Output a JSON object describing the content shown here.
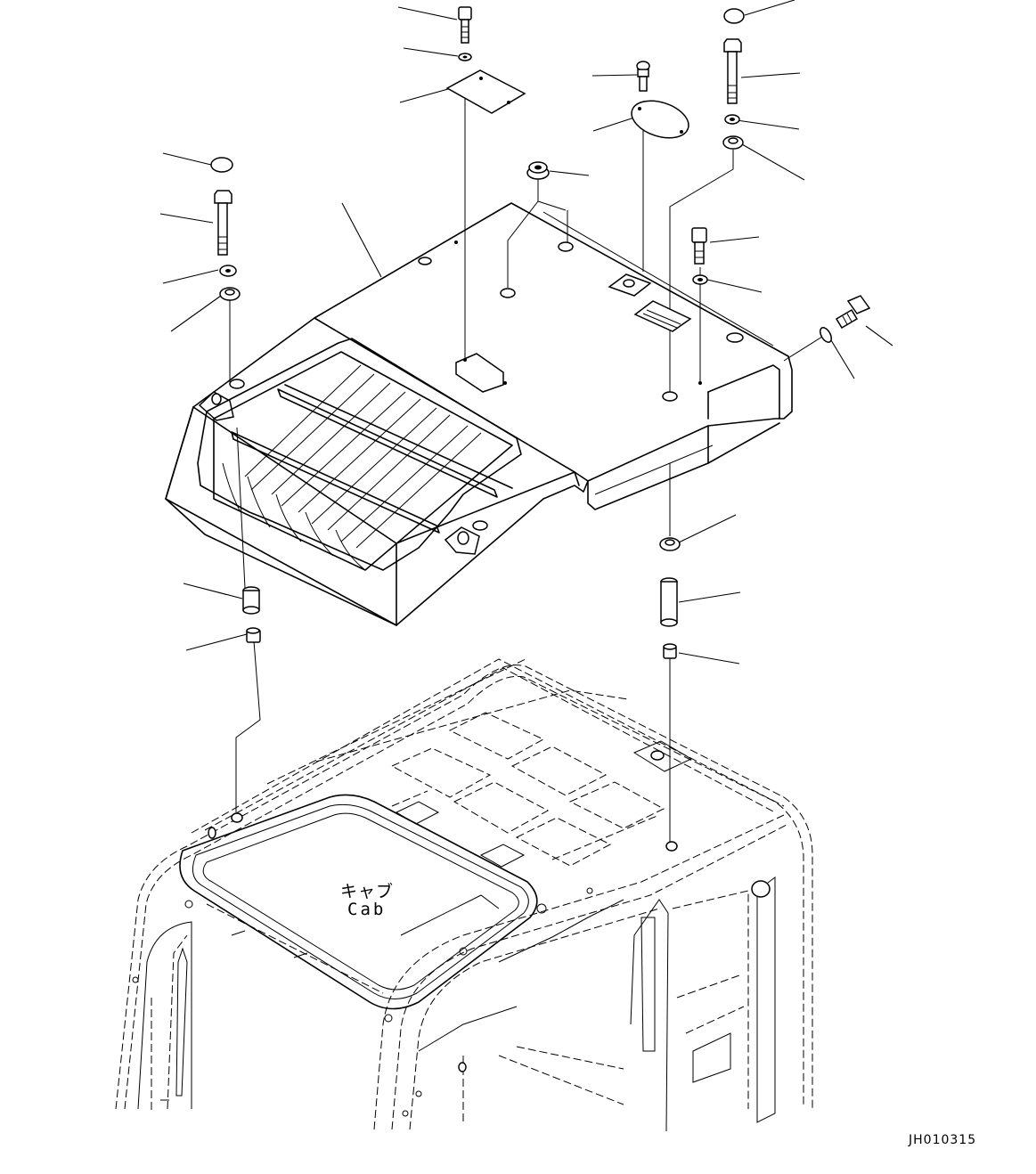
{
  "cab_label_ja": "キャブ",
  "cab_label_en": "Cab",
  "drawing_ref": "JH010315"
}
